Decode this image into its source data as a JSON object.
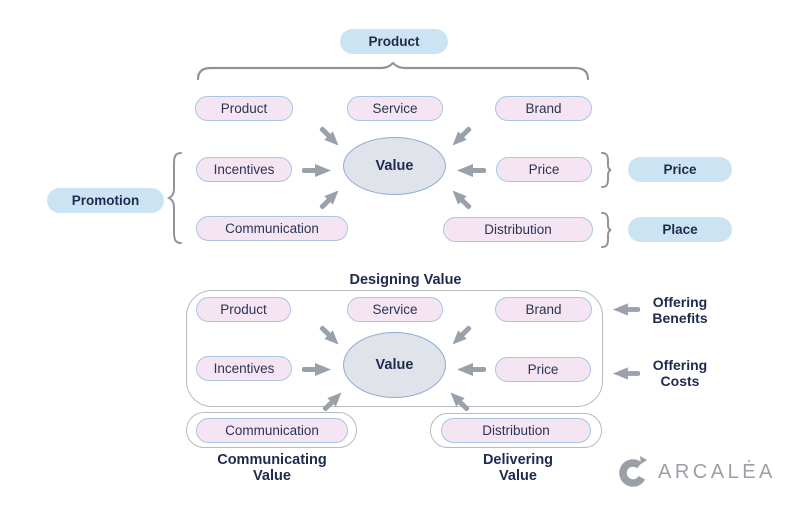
{
  "top": {
    "category_product": "Product",
    "category_promotion": "Promotion",
    "category_price": "Price",
    "category_place": "Place",
    "pill_product": "Product",
    "pill_service": "Service",
    "pill_brand": "Brand",
    "pill_incentives": "Incentives",
    "pill_price": "Price",
    "pill_communication": "Communication",
    "pill_distribution": "Distribution",
    "value": "Value"
  },
  "bottom": {
    "title": "Designing Value",
    "pill_product": "Product",
    "pill_service": "Service",
    "pill_brand": "Brand",
    "pill_incentives": "Incentives",
    "pill_price": "Price",
    "pill_communication": "Communication",
    "pill_distribution": "Distribution",
    "value": "Value",
    "offering_benefits": "Offering\nBenefits",
    "offering_costs": "Offering\nCosts",
    "communicating_value": "Communicating\nValue",
    "delivering_value": "Delivering\nValue"
  },
  "logo": {
    "brand": "ARCALĖA"
  },
  "colors": {
    "navy": "#1f2b4e",
    "pink_fill": "#f5e5f2",
    "pink_border": "#abc6e3",
    "blue_fill": "#cce3f3",
    "ellipse_fill": "#e1e3eb",
    "ellipse_border": "#8badd6",
    "arrow_gray": "#99a1ab",
    "brace_gray": "#8f959b",
    "box_gray": "#b7bbbf",
    "logo_gray": "#9aa0a5"
  }
}
